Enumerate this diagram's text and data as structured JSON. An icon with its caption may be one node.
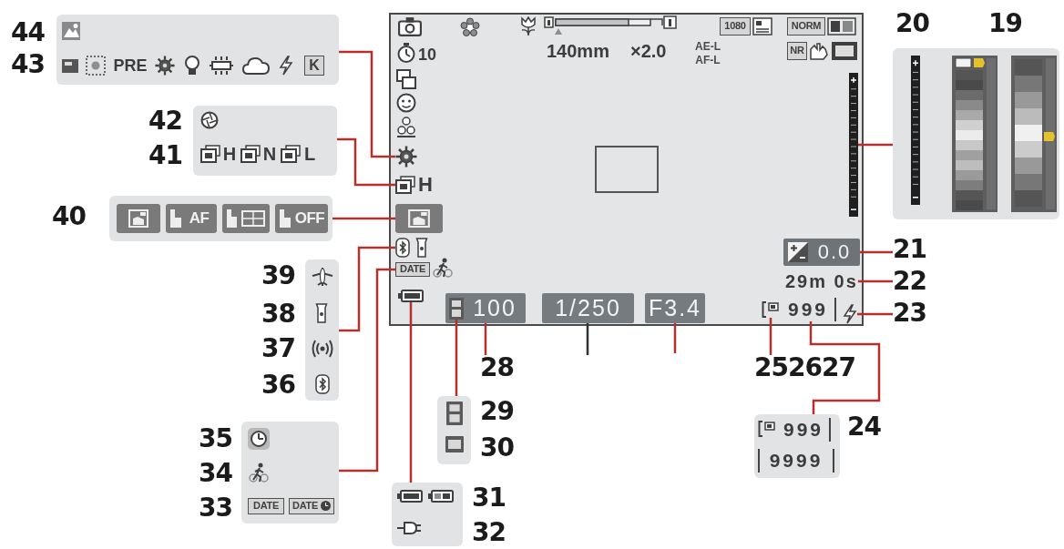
{
  "diagram": {
    "nodes": [
      {
        "text": [
          "PRE",
          "K"
        ],
        "beside": [
          "44",
          "43"
        ]
      },
      {
        "text": [
          "H",
          "N",
          "L"
        ],
        "beside": [
          "42",
          "41"
        ]
      },
      {
        "text": [
          "AF",
          "OFF"
        ],
        "beside": [
          "40"
        ]
      },
      {
        "text": [],
        "shape": "box",
        "beside": [
          "39",
          "38",
          "37",
          "36"
        ]
      },
      {
        "text": [
          "DATE",
          "DATE"
        ],
        "beside": [
          "35",
          "34",
          "33"
        ]
      },
      {
        "text": [],
        "shape": "box"
      },
      {
        "text": [],
        "shape": "picture",
        "in": 5
      },
      {
        "text": [
          "H"
        ],
        "in": 5
      },
      {
        "text": [],
        "shape": "picture",
        "in": 5
      },
      {
        "text": [],
        "shape": "picture",
        "in": 5
      },
      {
        "text": [
          "DATE"
        ],
        "in": 5
      },
      {
        "text": [],
        "shape": "picture",
        "in": 5
      },
      {
        "text": [
          "100"
        ],
        "in": 5
      },
      {
        "text": [],
        "shape": "picture",
        "in": 12
      },
      {
        "text": [
          "1/250"
        ],
        "in": 5
      },
      {
        "text": [
          "F3.4"
        ],
        "in": 5
      },
      {
        "text": [],
        "shape": "picture",
        "in": 5
      },
      {
        "text": [
          "999"
        ],
        "in": 5
      },
      {
        "text": [],
        "shape": "picture",
        "in": 5
      },
      {
        "text": [
          "29m 0s"
        ],
        "in": 5
      },
      {
        "text": [
          "0.0"
        ],
        "in": 5
      },
      {
        "text": [],
        "shape": "picture",
        "in": 5
      },
      {
        "text": [],
        "shape": "box",
        "beside": [
          "20",
          "19"
        ]
      },
      {
        "text": [
          "21"
        ]
      },
      {
        "text": [
          "22"
        ]
      },
      {
        "text": [
          "23"
        ]
      },
      {
        "text": [
          "252627"
        ]
      },
      {
        "text": [
          "999",
          "9999"
        ],
        "beside": [
          "24"
        ]
      },
      {
        "text": [
          "28"
        ]
      },
      {
        "text": [],
        "shape": "box",
        "beside": [
          "29",
          "30"
        ]
      },
      {
        "text": [],
        "shape": "box",
        "beside": [
          "31",
          "32"
        ]
      }
    ],
    "edges": [
      {
        "from": 0,
        "to": 6,
        "arrow": "none"
      },
      {
        "from": 1,
        "to": 7,
        "arrow": "none"
      },
      {
        "from": 2,
        "to": 8,
        "arrow": "none"
      },
      {
        "from": 3,
        "to": 9,
        "arrow": "none"
      },
      {
        "from": 4,
        "to": 10,
        "arrow": "none"
      },
      {
        "from": 30,
        "to": 11,
        "arrow": "none"
      },
      {
        "from": 29,
        "to": 13,
        "arrow": "none"
      },
      {
        "from": 28,
        "to": 12,
        "arrow": "none"
      },
      {
        "from": 14,
        "to": null,
        "arrow": "none",
        "color": "#333333"
      },
      {
        "from": 15,
        "to": null,
        "arrow": "none"
      },
      {
        "from": 26,
        "to": 16,
        "arrow": "none"
      },
      {
        "from": 27,
        "to": 17,
        "arrow": "none"
      },
      {
        "from": 25,
        "to": 18,
        "arrow": "none"
      },
      {
        "from": 24,
        "to": 19,
        "arrow": "none"
      },
      {
        "from": 23,
        "to": 20,
        "arrow": "none"
      },
      {
        "from": 22,
        "to": 21,
        "arrow": "none"
      }
    ],
    "labels": [
      "1080",
      "NORM",
      "10",
      "140mm",
      "×2.0",
      "AE-L AF-L",
      "NR"
    ]
  }
}
